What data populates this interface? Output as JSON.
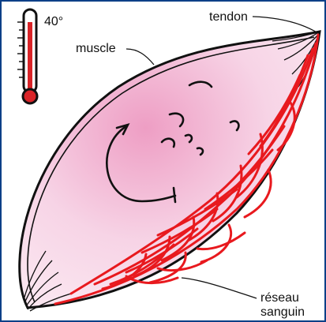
{
  "labels": {
    "temperature": "40°",
    "tendon": "tendon",
    "muscle": "muscle",
    "vessel_line1": "réseau",
    "vessel_line2": "sanguin"
  },
  "colors": {
    "muscle_fill": "#f6c9de",
    "vessel": "#e8191e",
    "thermometer_red": "#d92428",
    "ink": "#111111",
    "border": "#0b3f87"
  },
  "icons": [
    "thermometer-icon",
    "heat-arrow-icon"
  ]
}
